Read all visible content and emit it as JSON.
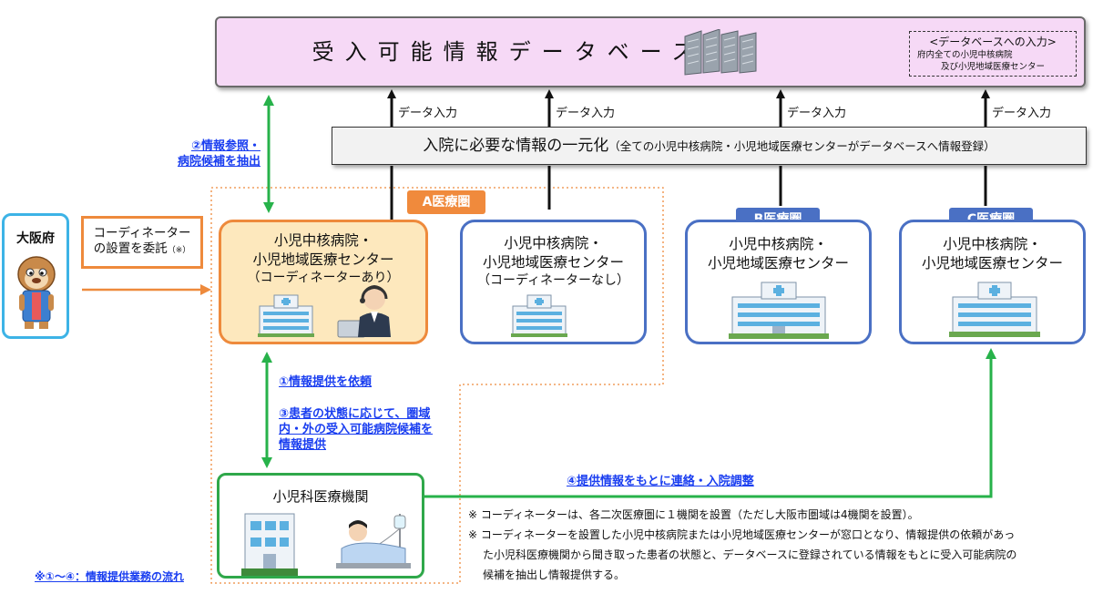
{
  "database": {
    "title": "受入可能情報データベース",
    "icon": "server-rack-icon",
    "input_note_heading": "<データベースへの入力>",
    "input_note_line1": "府内全ての小児中核病院",
    "input_note_line2": "及び小児地域医療センター"
  },
  "data_input_label": "データ入力",
  "unify": {
    "main": "入院に必要な情報の一元化",
    "detail": "（全ての小児中核病院・小児地域医療センターがデータベースへ情報登録）"
  },
  "prefecture": {
    "name": "大阪府",
    "icon": "mascot-icon",
    "entrust_line1": "コーディネーター",
    "entrust_line2": "の設置を委託",
    "entrust_mark": "（※）"
  },
  "areas": {
    "a": "A医療圏",
    "b": "B医療圏",
    "c": "C医療圏"
  },
  "hospitals": {
    "line1": "小児中核病院・",
    "line2": "小児地域医療センター",
    "with_coordinator": "（コーディネーターあり）",
    "without_coordinator": "（コーディネーターなし）",
    "hospital_icon": "hospital-building-icon",
    "coordinator_icon": "operator-headset-icon"
  },
  "clinic": {
    "title": "小児科医療機関",
    "building_icon": "clinic-building-icon",
    "patient_icon": "patient-bed-icon"
  },
  "steps": {
    "step2_line1": "②情報参照・",
    "step2_line2": "病院候補を抽出",
    "step1": "①情報提供を依頼",
    "step3_line1": "③患者の状態に応じて、圏域",
    "step3_line2": "内・外の受入可能病院候補を",
    "step3_line3": "情報提供",
    "step4": "④提供情報をもとに連絡・入院調整",
    "flow_legend": "※①～④：情報提供業務の流れ"
  },
  "notes": {
    "note1": "※ コーディネーターは、各二次医療圏に１機関を設置（ただし大阪市圏域は4機関を設置）。",
    "note2_line1": "※ コーディネーターを設置した小児中核病院または小児地域医療センターが窓口となり、情報提供の依頼があっ",
    "note2_line2": "た小児科医療機関から聞き取った患者の状態と、データベースに登録されている情報をもとに受入可能病院の",
    "note2_line3": "候補を抽出し情報提供する。"
  },
  "colors": {
    "database_fill": "#f6d9f6",
    "hospital_border": "#4a70c4",
    "coordinator_fill": "#fde8bd",
    "coordinator_border": "#ee8a3c",
    "area_tag_a": "#f08a3c",
    "area_tag_bc": "#4a70c4",
    "clinic_border": "#2fa84a",
    "flow_arrow": "#27b24a",
    "link_text": "#1a3ef0"
  }
}
